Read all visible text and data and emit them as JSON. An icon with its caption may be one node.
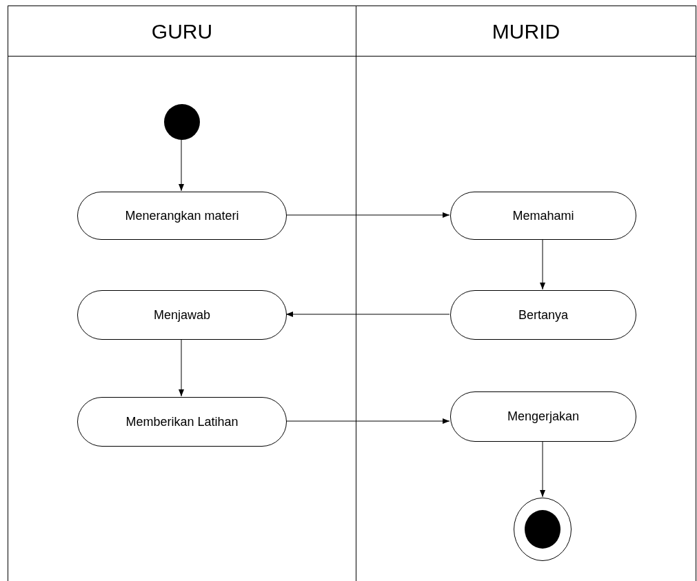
{
  "diagram": {
    "nodes": [
      {
        "text": [
          "GURU"
        ]
      },
      {
        "text": [
          "MURID"
        ]
      },
      {
        "text": [],
        "shape": "circle",
        "in": 0
      },
      {
        "text": [
          "Menerangkan materi"
        ],
        "in": 0
      },
      {
        "text": [
          "Memahami"
        ],
        "in": 1
      },
      {
        "text": [
          "Menjawab"
        ],
        "in": 0
      },
      {
        "text": [
          "Bertanya"
        ],
        "in": 1
      },
      {
        "text": [
          "Memberikan Latihan"
        ],
        "in": 0
      },
      {
        "text": [
          "Mengerjakan"
        ],
        "in": 1
      },
      {
        "text": [],
        "shape": "bullseye",
        "in": 1
      }
    ],
    "edges": [
      {
        "from": 2,
        "to": 3,
        "arrow": "to"
      },
      {
        "from": 3,
        "to": 4,
        "arrow": "to"
      },
      {
        "from": 4,
        "to": 6,
        "arrow": "to"
      },
      {
        "from": 6,
        "to": 5,
        "arrow": "to"
      },
      {
        "from": 5,
        "to": 7,
        "arrow": "to"
      },
      {
        "from": 7,
        "to": 8,
        "arrow": "to"
      },
      {
        "from": 8,
        "to": 9,
        "arrow": "to"
      }
    ]
  }
}
